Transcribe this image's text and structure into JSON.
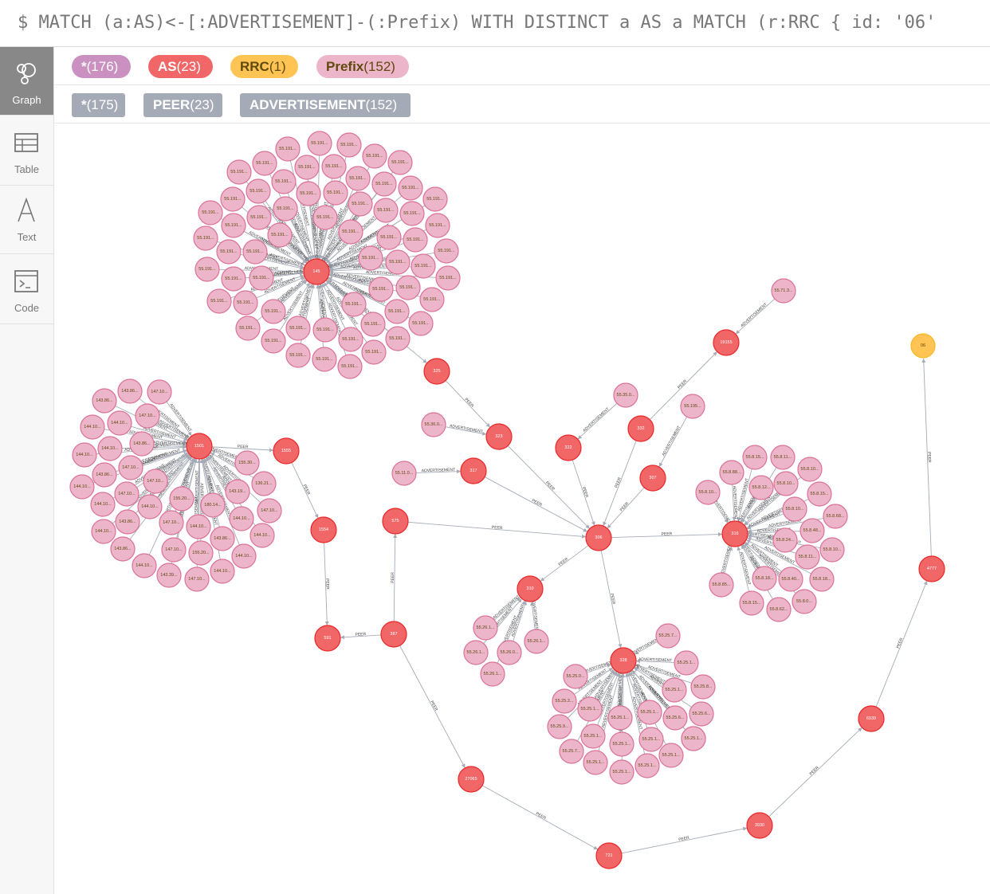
{
  "query": {
    "text": "$ MATCH (a:AS)<-[:ADVERTISEMENT]-(:Prefix) WITH DISTINCT a AS a MATCH (r:RRC { id: '06'"
  },
  "sidebar": {
    "items": [
      {
        "label": "Graph",
        "icon": "graph-icon"
      },
      {
        "label": "Table",
        "icon": "table-icon"
      },
      {
        "label": "Text",
        "icon": "text-icon"
      },
      {
        "label": "Code",
        "icon": "code-icon"
      }
    ]
  },
  "node_labels": [
    {
      "name": "*",
      "count": "(176)",
      "bg": "#c990c0",
      "fg": "#ffffff"
    },
    {
      "name": "AS",
      "count": "(23)",
      "bg": "#f16667",
      "fg": "#ffffff"
    },
    {
      "name": "RRC",
      "count": "(1)",
      "bg": "#ffc454",
      "fg": "#604a0e"
    },
    {
      "name": "Prefix",
      "count": "(152)",
      "bg": "#ecb5c9",
      "fg": "#604a0e"
    }
  ],
  "rel_types": [
    {
      "name": "*",
      "count": "(175)"
    },
    {
      "name": "PEER",
      "count": "(23)"
    },
    {
      "name": "ADVERTISEMENT",
      "count": "(152)"
    }
  ],
  "colors": {
    "as": "#f16667",
    "as_stroke": "#eb2728",
    "prefix": "#ecb5c9",
    "prefix_stroke": "#da7298",
    "rrc": "#ffc454",
    "rrc_stroke": "#f3ba25",
    "edge": "#a5abb6"
  },
  "graph": {
    "edge_labels": {
      "peer": "PEER",
      "adv": "ADVERTISEMENT"
    },
    "as_nodes": [
      {
        "id": "145"
      },
      {
        "id": "1501"
      },
      {
        "id": "1555"
      },
      {
        "id": "1554"
      },
      {
        "id": "591"
      },
      {
        "id": "387"
      },
      {
        "id": "575"
      },
      {
        "id": "317"
      },
      {
        "id": "323"
      },
      {
        "id": "325"
      },
      {
        "id": "322"
      },
      {
        "id": "332"
      },
      {
        "id": "307"
      },
      {
        "id": "19155"
      },
      {
        "id": "306"
      },
      {
        "id": "316"
      },
      {
        "id": "310"
      },
      {
        "id": "328"
      },
      {
        "id": "27065"
      },
      {
        "id": "721"
      },
      {
        "id": "3930"
      },
      {
        "id": "6939"
      },
      {
        "id": "4777"
      }
    ],
    "rrc_node": {
      "id": "06"
    },
    "standalone_prefixes": [
      {
        "label": "55.36.0..."
      },
      {
        "label": "55.11.0..."
      },
      {
        "label": "55.35.0..."
      },
      {
        "label": "55.195..."
      },
      {
        "label": "55.71.3..."
      }
    ],
    "cluster_145_labels": [
      "55.191...",
      "55.191...",
      "55.191...",
      "55.191...",
      "55.191...",
      "55.191...",
      "55.191...",
      "55.191...",
      "55.191...",
      "55.191...",
      "55.191...",
      "55.191...",
      "55.191...",
      "55.191...",
      "55.191...",
      "55.191...",
      "55.191...",
      "55.191...",
      "55.191...",
      "55.191...",
      "55.191...",
      "55.191...",
      "55.191...",
      "55.191...",
      "55.191...",
      "55.191...",
      "55.191...",
      "55.191...",
      "55.191...",
      "55.191...",
      "55.191...",
      "55.191...",
      "55.191...",
      "55.191...",
      "55.191...",
      "55.191...",
      "55.191...",
      "55.191...",
      "55.191...",
      "55.191...",
      "55.191...",
      "55.191...",
      "55.191...",
      "55.191...",
      "55.191...",
      "55.191...",
      "55.191...",
      "55.191...",
      "55.191...",
      "55.191...",
      "55.191...",
      "55.191...",
      "55.191...",
      "55.191...",
      "55.191...",
      "55.191...",
      "55.191...",
      "55.191...",
      "55.191...",
      "55.191...",
      "55.191...",
      "55.191..."
    ],
    "cluster_1501_labels": [
      "143.86...",
      "147.10...",
      "143.86...",
      "147.10...",
      "144.10...",
      "144.10...",
      "144.10...",
      "143.86...",
      "144.10...",
      "147.10...",
      "143.86...",
      "144.10...",
      "147.10...",
      "155.30...",
      "136.21...",
      "144.10...",
      "147.10...",
      "155.20...",
      "143.19...",
      "144.10...",
      "147.10...",
      "143.86...",
      "144.10...",
      "180.14...",
      "143.86...",
      "147.10...",
      "144.10...",
      "147.10...",
      "144.10...",
      "155.20...",
      "143.86...",
      "144.10...",
      "144.10...",
      "143.39...",
      "147.10...",
      "144.10...",
      "144.10..."
    ],
    "cluster_316_labels": [
      "55.8.15...",
      "55.8.11...",
      "55.8.88...",
      "55.8.10...",
      "55.8.12...",
      "55.8.10...",
      "55.8.10...",
      "55.8.15...",
      "55.8.10...",
      "55.8.68...",
      "55.8.24...",
      "55.8.48...",
      "55.8.10...",
      "55.8.11...",
      "55.8.18...",
      "55.8.40...",
      "55.8.18...",
      "55.8.85...",
      "55.8.15...",
      "55.8.62...",
      "55.8.0..."
    ],
    "cluster_310_labels": [
      "55.26.1...",
      "55.26.1...",
      "55.26.0...",
      "55.26.1...",
      "55.26.1..."
    ],
    "cluster_328_labels": [
      "55.25.7...",
      "55.25.1...",
      "55.25.0...",
      "55.25.8...",
      "55.25.2...",
      "55.25.1...",
      "55.25.1...",
      "55.25.6...",
      "55.25.9...",
      "55.25.1...",
      "55.25.1...",
      "55.25.6...",
      "55.25.1...",
      "55.25.1...",
      "55.25.1...",
      "55.25.7...",
      "55.25.1...",
      "55.25.1...",
      "55.25.1...",
      "55.25.1...",
      "55.25.1...",
      "55.25.1..."
    ]
  }
}
